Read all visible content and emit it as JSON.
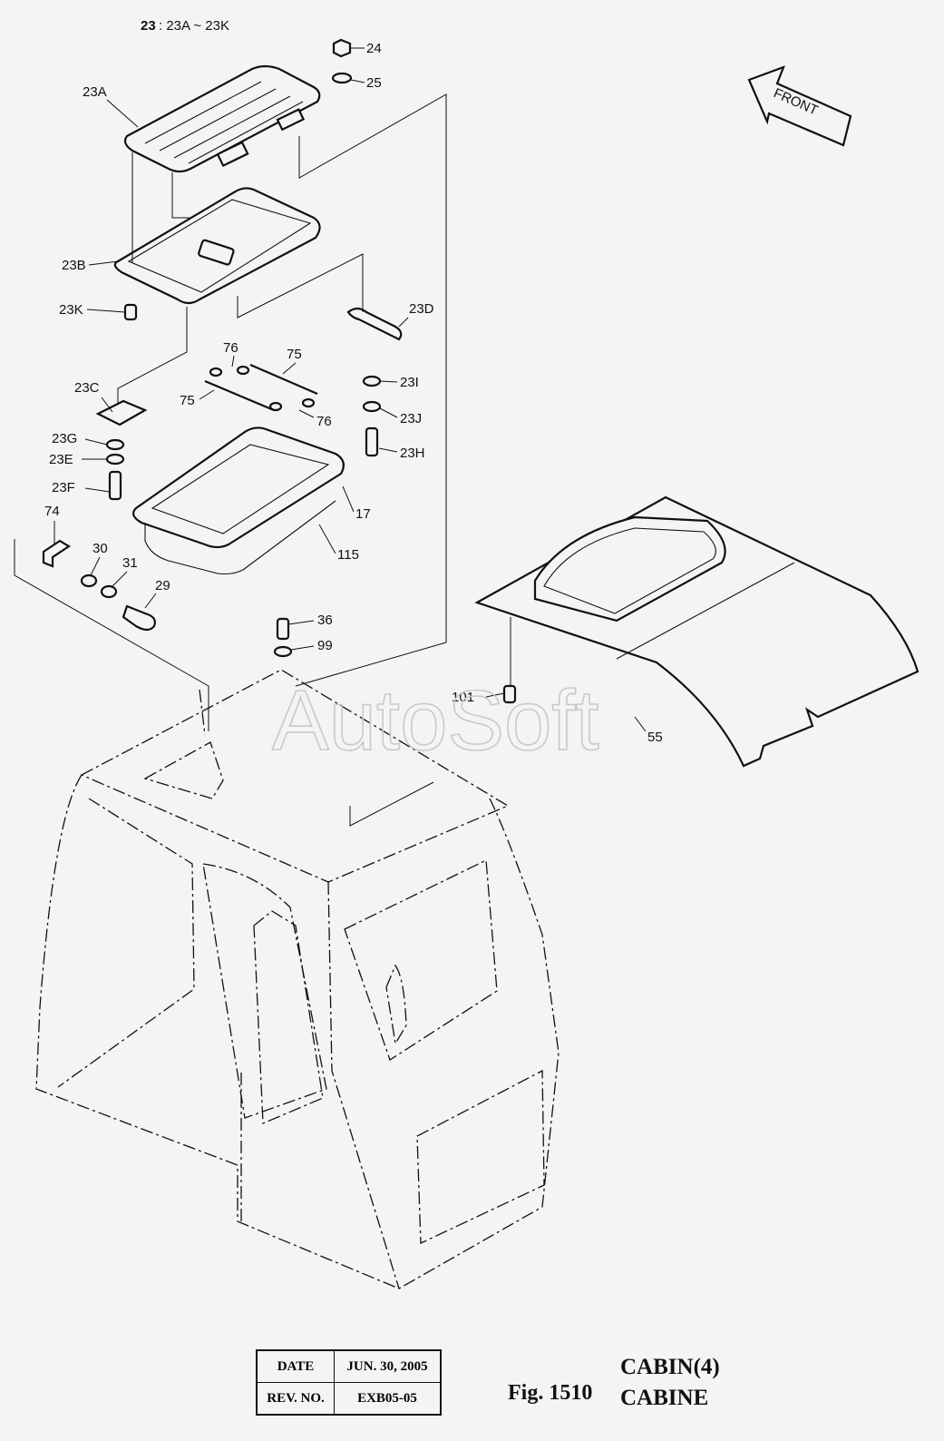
{
  "header": {
    "group_code": "23",
    "group_range": ": 23A ~ 23K"
  },
  "direction_label": "FRONT",
  "watermark": "AutoSoft",
  "callouts": [
    "24",
    "25",
    "23A",
    "23B",
    "23K",
    "23D",
    "23C",
    "76",
    "75",
    "75",
    "76",
    "23I",
    "23J",
    "23H",
    "23G",
    "23E",
    "23F",
    "17",
    "115",
    "74",
    "30",
    "31",
    "29",
    "36",
    "99",
    "101",
    "55"
  ],
  "revision": {
    "date_label": "DATE",
    "date_value": "JUN. 30, 2005",
    "rev_label": "REV. NO.",
    "rev_value": "EXB05-05"
  },
  "figure": {
    "number": "Fig. 1510",
    "title_primary": "CABIN(4)",
    "title_secondary": "CABINE"
  }
}
